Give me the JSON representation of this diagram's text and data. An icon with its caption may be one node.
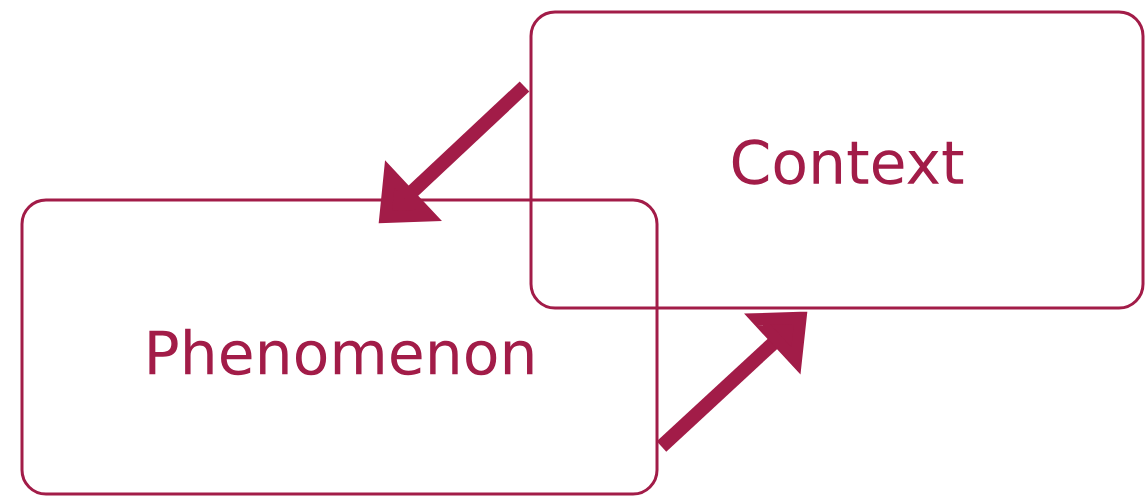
{
  "diagram": {
    "nodes": [
      {
        "text": [
          "Context"
        ]
      },
      {
        "text": [
          "Phenomenon"
        ]
      }
    ],
    "edges": [
      {
        "from": 0,
        "to": 1,
        "arrow": "to"
      },
      {
        "from": 1,
        "to": 0,
        "arrow": "to"
      }
    ]
  }
}
